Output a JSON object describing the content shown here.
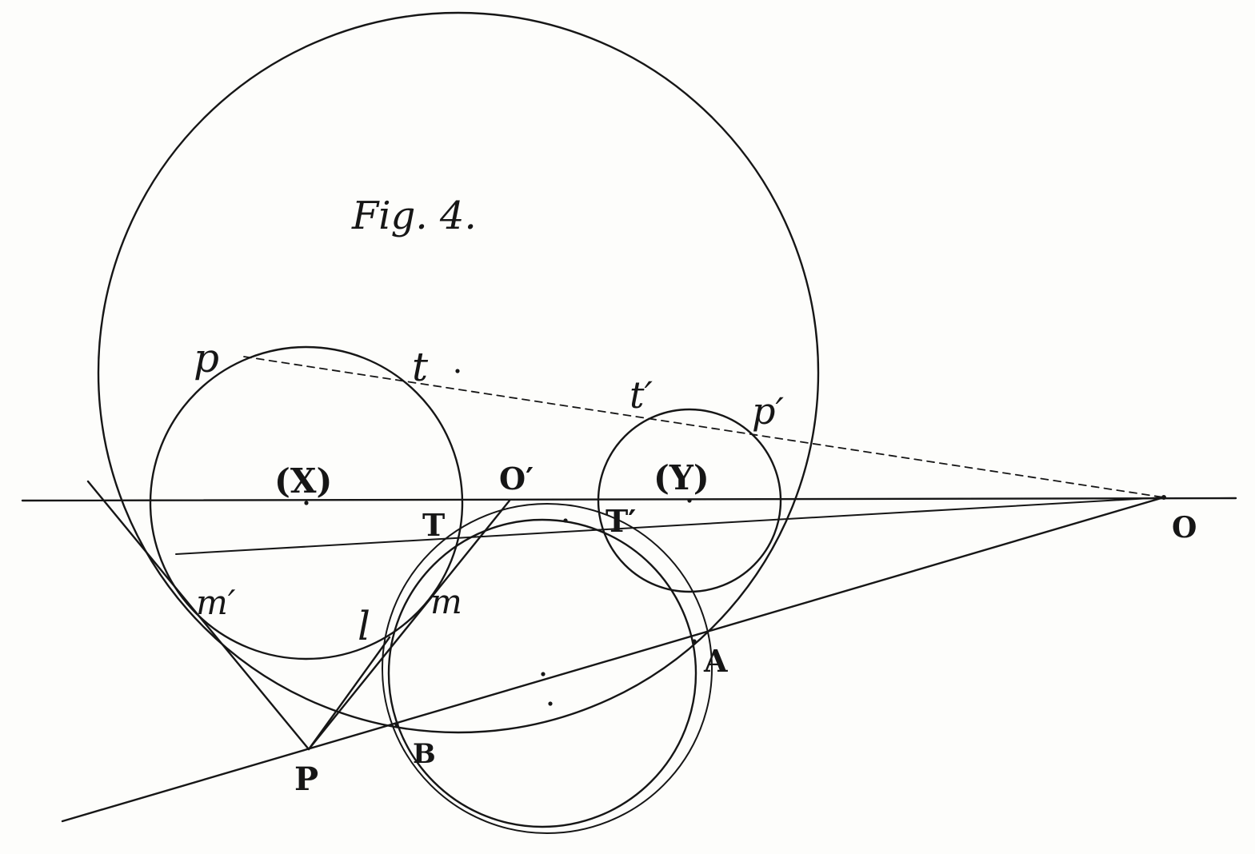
{
  "figure": {
    "caption": "Fig. 4.",
    "labels": {
      "p": "p",
      "t": "t",
      "t_prime": "t′",
      "p_prime": "p′",
      "X": "(X)",
      "Y": "(Y)",
      "O_prime": "O′",
      "T": "T",
      "T_prime": "T′",
      "O": "O",
      "m_prime": "m′",
      "l": "l",
      "m": "m",
      "A": "A",
      "B": "B",
      "P": "P"
    },
    "colors": {
      "ink": "#161616",
      "paper": "#fdfdfb"
    }
  }
}
